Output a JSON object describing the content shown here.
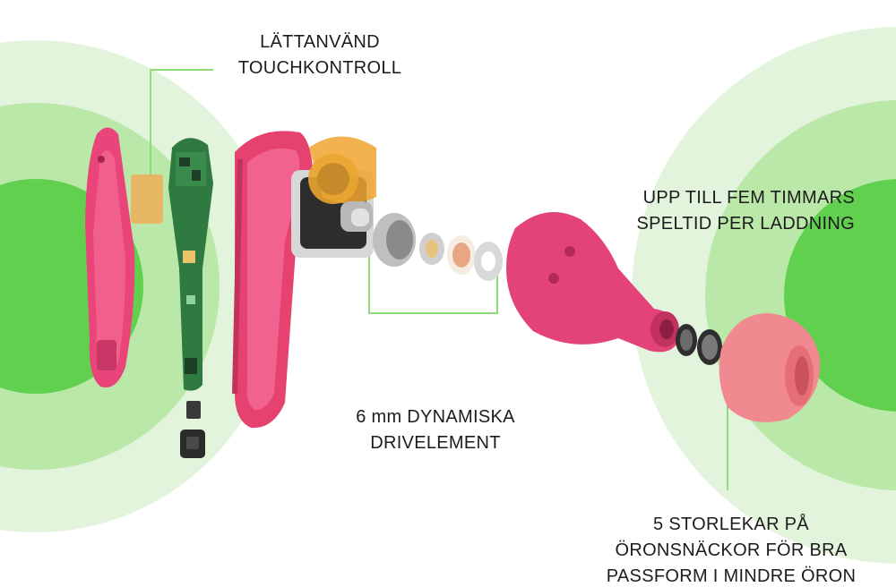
{
  "colors": {
    "ring_outer": "#dff2d8",
    "ring_mid": "#b3e6a1",
    "ring_inner": "#5bd04a",
    "leader_line": "#8ee07a",
    "earbud_pink": "#e8477a",
    "ear_tip": "#f08a8e",
    "pcb_green": "#2e7d42"
  },
  "callouts": {
    "touch": {
      "line1": "LÄTTANVÄND",
      "line2": "TOUCHKONTROLL"
    },
    "playtime": {
      "line1": "UPP TILL FEM TIMMARS",
      "line2": "SPELTID PER LADDNING"
    },
    "driver": {
      "line1": "6 mm DYNAMISKA",
      "line2": "DRIVELEMENT"
    },
    "ear_tips": {
      "line1": "5 STORLEKAR PÅ",
      "line2": "ÖRONSNÄCKOR FÖR BRA",
      "line3": "PASSFORM I MINDRE ÖRON"
    }
  },
  "components": [
    {
      "name": "touch-cover",
      "description": "pink outer shell with touch panel"
    },
    {
      "name": "circuit-board",
      "description": "green PCB"
    },
    {
      "name": "earbud-housing",
      "description": "pink stem housing"
    },
    {
      "name": "battery-flex",
      "description": "battery with flex cable"
    },
    {
      "name": "dynamic-driver",
      "description": "6 mm driver"
    },
    {
      "name": "rear-shell",
      "description": "pink front shell with nozzle"
    },
    {
      "name": "mesh-filters",
      "description": "mesh filters"
    },
    {
      "name": "ear-tip",
      "description": "silicone ear tip"
    }
  ]
}
